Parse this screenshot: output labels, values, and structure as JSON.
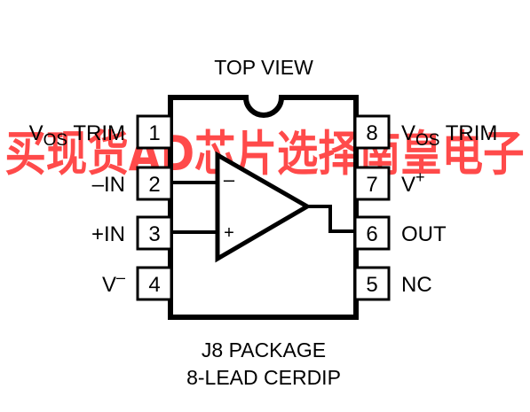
{
  "watermark": "买现货AD芯片选择南皇电子",
  "header": {
    "title": "TOP VIEW"
  },
  "pins_left": [
    {
      "number": "1",
      "label_main": "V",
      "label_sub": "OS",
      "label_rest": " TRIM"
    },
    {
      "number": "2",
      "label_main": "–IN",
      "label_sub": "",
      "label_rest": ""
    },
    {
      "number": "3",
      "label_main": "+IN",
      "label_sub": "",
      "label_rest": ""
    },
    {
      "number": "4",
      "label_main": "V",
      "label_sup": "–"
    }
  ],
  "pins_right": [
    {
      "number": "8",
      "label_main": "V",
      "label_sub": "OS",
      "label_rest": " TRIM"
    },
    {
      "number": "7",
      "label_main": "V",
      "label_sup": "+"
    },
    {
      "number": "6",
      "label_main": "OUT"
    },
    {
      "number": "5",
      "label_main": "NC"
    }
  ],
  "amp": {
    "minus_sign": "–",
    "plus_sign": "+"
  },
  "footer": {
    "package": "J8 PACKAGE",
    "description": "8-LEAD CERDIP"
  },
  "colors": {
    "ink": "#000000",
    "watermark": "#ff2b2b"
  }
}
